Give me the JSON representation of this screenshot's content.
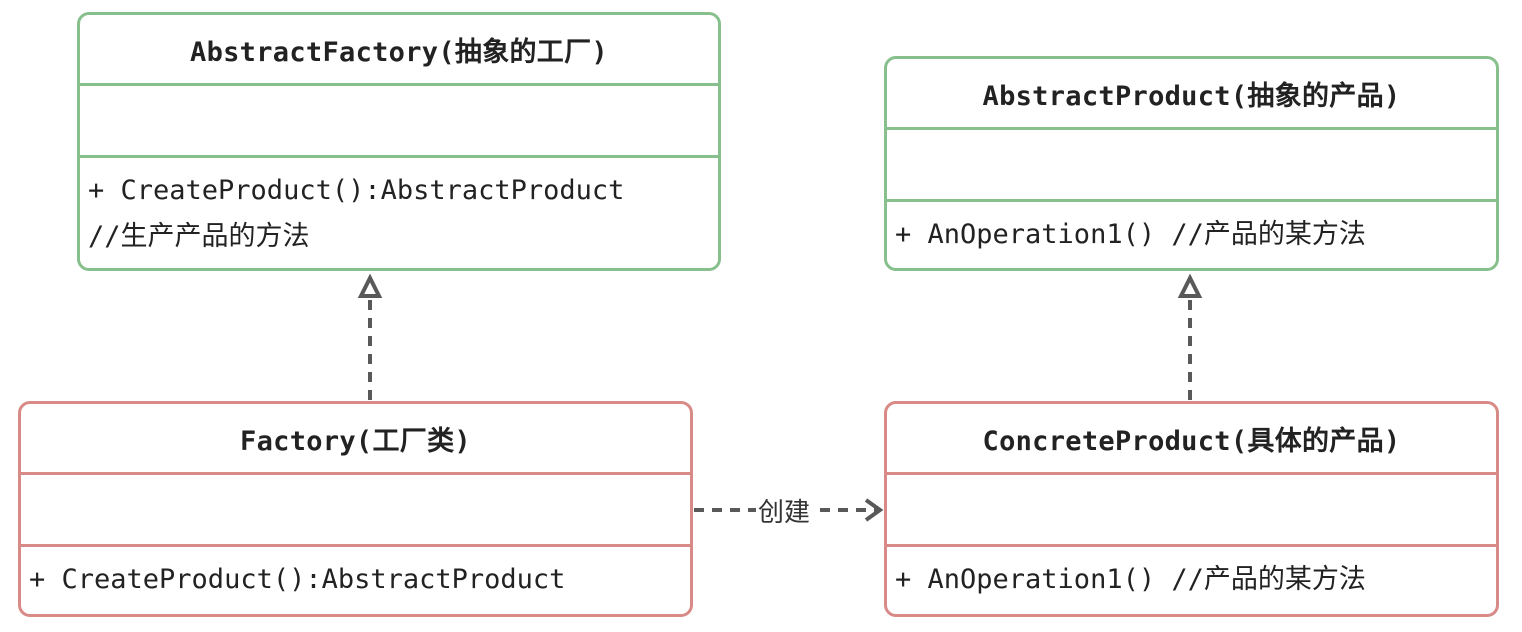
{
  "diagram": {
    "abstract_factory": {
      "title": "AbstractFactory(抽象的工厂)",
      "operations": [
        "+ CreateProduct():AbstractProduct",
        "//生产产品的方法"
      ]
    },
    "abstract_product": {
      "title": "AbstractProduct(抽象的产品)",
      "operations": [
        "+ AnOperation1() //产品的某方法"
      ]
    },
    "factory": {
      "title": "Factory(工厂类)",
      "operations": [
        "+ CreateProduct():AbstractProduct"
      ]
    },
    "concrete_product": {
      "title": "ConcreteProduct(具体的产品)",
      "operations": [
        "+ AnOperation1() //产品的某方法"
      ]
    },
    "relations": {
      "create_label": "创建"
    },
    "colors": {
      "abstract_border": "#87c08c",
      "concrete_border": "#d88a87",
      "arrow": "#595959"
    }
  }
}
